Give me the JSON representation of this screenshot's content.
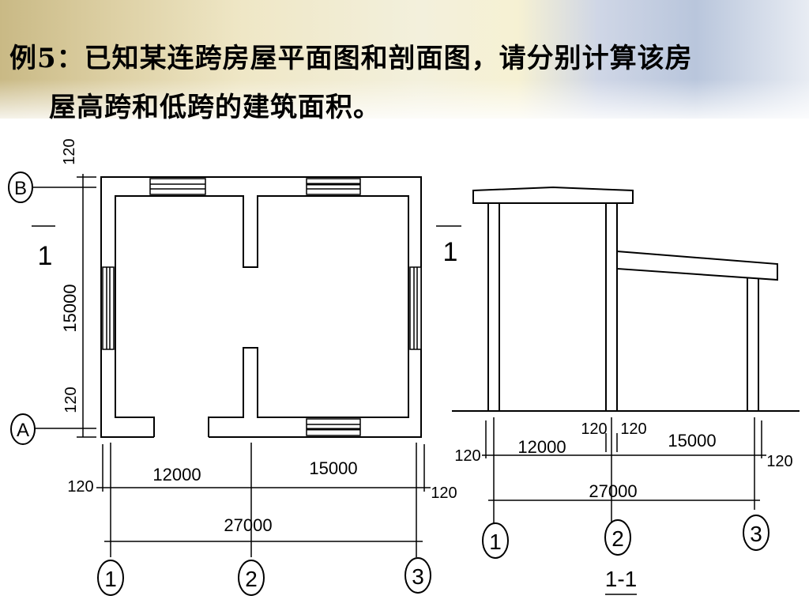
{
  "slide": {
    "title_line1": "例5：已知某连跨房屋平面图和剖面图，请分别计算该房",
    "title_line2": "屋高跨和低跨的建筑面积。"
  },
  "plan": {
    "axis_b": "B",
    "axis_a": "A",
    "section_mark": "1",
    "dim_top": "120",
    "dim_mid": "15000",
    "dim_bottom": "120",
    "dim_span1": "12000",
    "dim_span2": "15000",
    "dim_left_wall": "120",
    "dim_right_wall": "120",
    "dim_total": "27000",
    "axis_1": "1",
    "axis_2": "2",
    "axis_3": "3"
  },
  "section": {
    "section_mark": "1",
    "dim_mid_left": "120",
    "dim_mid_right": "120",
    "dim_left_wall": "120",
    "dim_span1": "12000",
    "dim_span2": "15000",
    "dim_right_wall": "120",
    "dim_total": "27000",
    "axis_1": "1",
    "axis_2": "2",
    "axis_3": "3",
    "section_label": "1-1"
  },
  "colors": {
    "line": "#000000",
    "background": "#ffffff"
  }
}
